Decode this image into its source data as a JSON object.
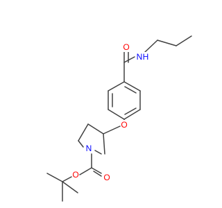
{
  "molecule": {
    "atoms": [
      {
        "label": "O",
        "color": "#ff0000"
      },
      {
        "label": "N",
        "color": "#0000ff"
      },
      {
        "label": "H",
        "color": "#0000ff"
      },
      {
        "label": "O",
        "color": "#ff0000"
      },
      {
        "label": "N",
        "color": "#0000ff"
      },
      {
        "label": "O",
        "color": "#ff0000"
      },
      {
        "label": "O",
        "color": "#ff0000"
      }
    ],
    "bond_color": "#404040"
  }
}
